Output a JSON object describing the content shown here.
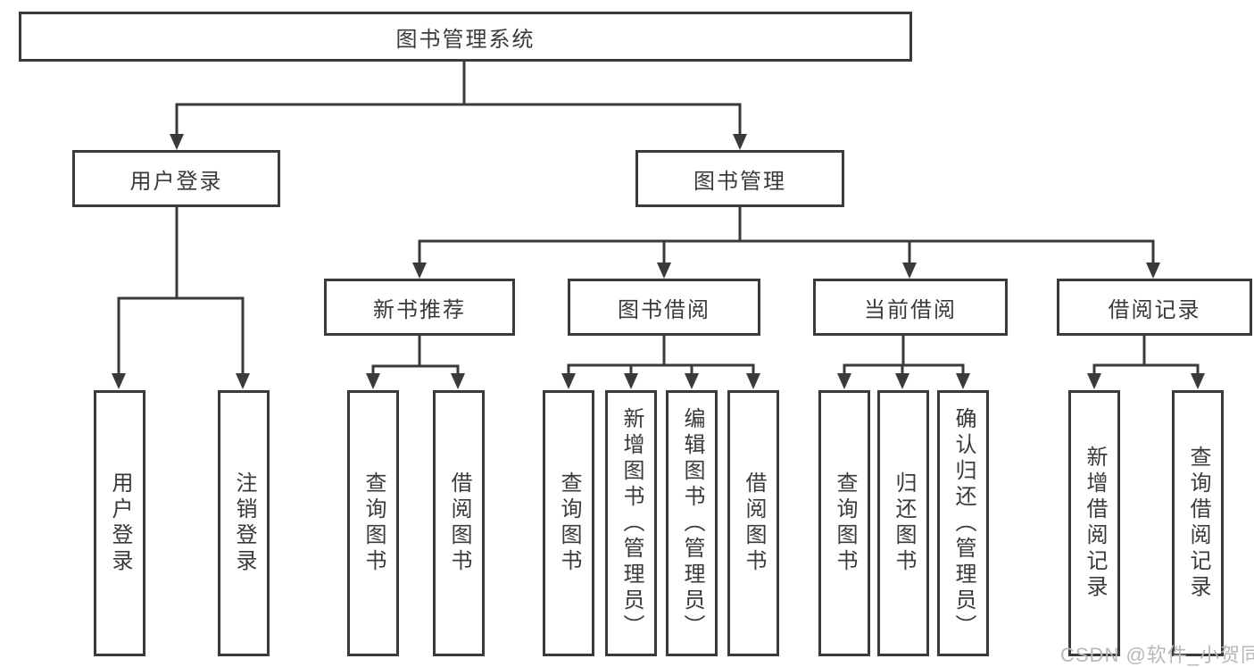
{
  "diagram": {
    "type": "tree",
    "root": {
      "label": "图书管理系统"
    },
    "branches": [
      {
        "label": "用户登录",
        "children": [
          {
            "label": "用户登录"
          },
          {
            "label": "注销登录"
          }
        ]
      },
      {
        "label": "图书管理",
        "children": [
          {
            "label": "新书推荐",
            "children": [
              {
                "label": "查询图书"
              },
              {
                "label": "借阅图书"
              }
            ]
          },
          {
            "label": "图书借阅",
            "children": [
              {
                "label": "查询图书"
              },
              {
                "label": "新增图书（管理员）"
              },
              {
                "label": "编辑图书（管理员）"
              },
              {
                "label": "借阅图书"
              }
            ]
          },
          {
            "label": "当前借阅",
            "children": [
              {
                "label": "查询图书"
              },
              {
                "label": "归还图书"
              },
              {
                "label": "确认归还（管理员）"
              }
            ]
          },
          {
            "label": "借阅记录",
            "children": [
              {
                "label": "新增借阅记录"
              },
              {
                "label": "查询借阅记录"
              }
            ]
          }
        ]
      }
    ]
  },
  "watermark": {
    "text": "CSDN @软件_小贺同学",
    "color": "#b8b8b8"
  },
  "colors": {
    "line": "#3a3a3a",
    "box_border": "#3a3a3a",
    "box_fill": "#ffffff",
    "text": "#3a3a3a",
    "background": "#ffffff"
  }
}
